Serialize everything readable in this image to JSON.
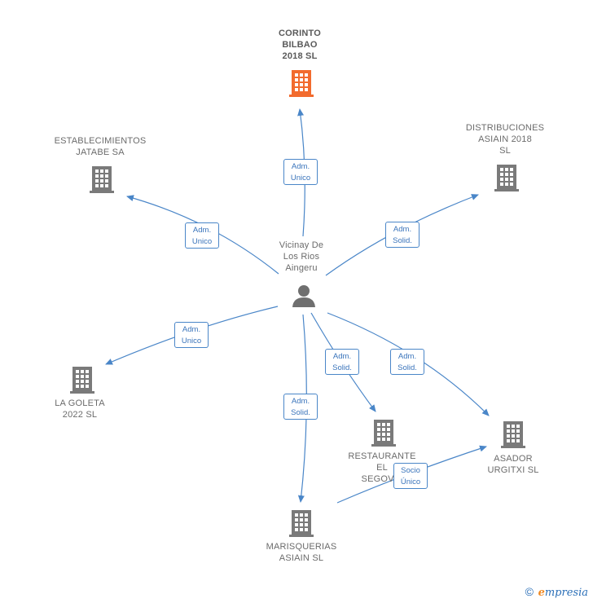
{
  "colors": {
    "highlight": "#f26b2e",
    "building": "#7a7a7a",
    "edge": "#4a86c8",
    "person": "#6f6f6f"
  },
  "person": {
    "label": "Vicinay De\nLos Rios\nAingeru"
  },
  "nodes": {
    "corinto": "CORINTO\nBILBAO\n2018  SL",
    "jatabe": "ESTABLECIMIENTOS\nJATABE SA",
    "asiain2018": "DISTRIBUCIONES\nASIAIN 2018\nSL",
    "goleta": "LA GOLETA\n2022  SL",
    "segovia": "RESTAURANTE\nEL\nSEGOVIA",
    "urgitxi": "ASADOR\nURGITXI  SL",
    "marisquerias": "MARISQUERIAS\nASIAIN  SL"
  },
  "relations": {
    "corinto": "Adm.\nUnico",
    "jatabe": "Adm.\nUnico",
    "asiain2018": "Adm.\nSolid.",
    "goleta": "Adm.\nUnico",
    "segovia": "Adm.\nSolid.",
    "urgitxi": "Adm.\nSolid.",
    "marisquerias": "Adm.\nSolid.",
    "socio": "Socio\nÚnico"
  },
  "footer": {
    "copyright": "©",
    "brand_first": "e",
    "brand_rest": "mpresia"
  }
}
